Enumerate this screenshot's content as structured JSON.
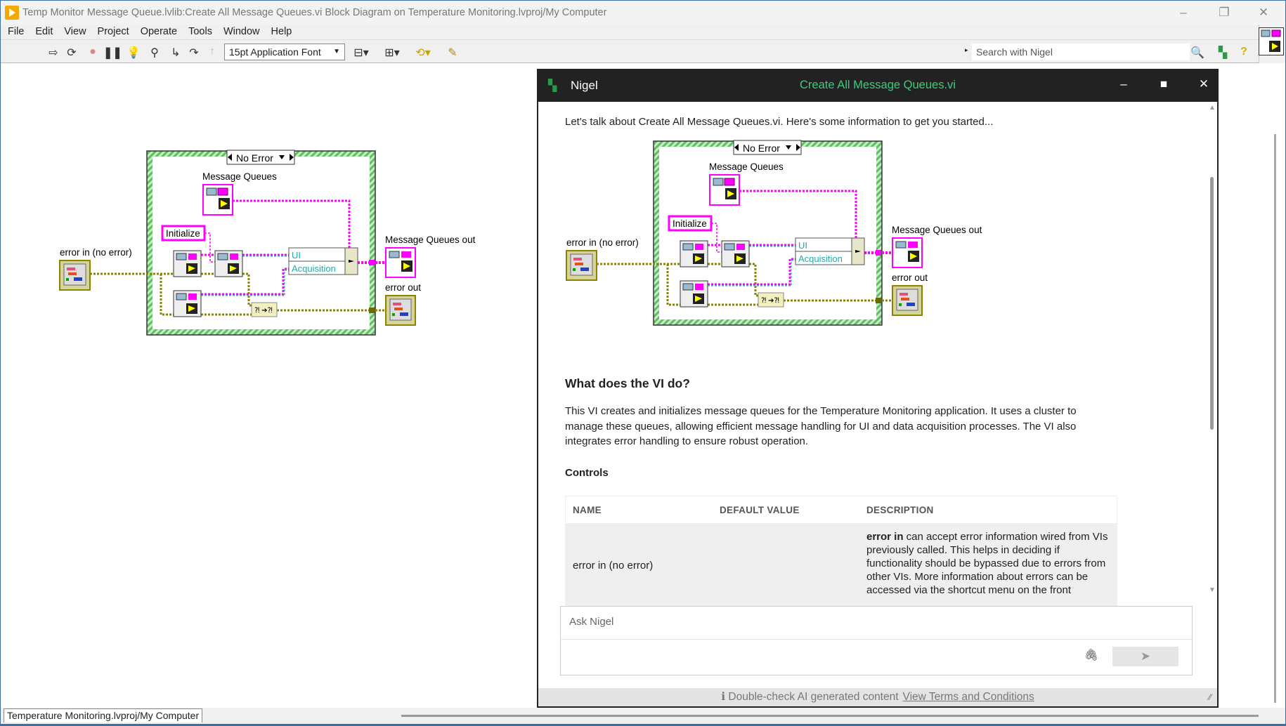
{
  "window": {
    "title": "Temp Monitor Message Queue.lvlib:Create All Message Queues.vi Block Diagram on Temperature Monitoring.lvproj/My Computer",
    "minimize": "–",
    "restore": "❐",
    "close": "✕"
  },
  "menu": [
    "File",
    "Edit",
    "View",
    "Project",
    "Operate",
    "Tools",
    "Window",
    "Help"
  ],
  "toolbar": {
    "font": "15pt Application Font",
    "search_placeholder": "Search with Nigel"
  },
  "diagram": {
    "case_selector": "No Error",
    "message_queues": "Message Queues",
    "initialize": "Initialize",
    "error_in": "error in (no error)",
    "ui": "UI",
    "acquisition": "Acquisition",
    "message_queues_out": "Message Queues out",
    "error_out": "error out"
  },
  "nigel": {
    "name": "Nigel",
    "title": "Create All Message Queues.vi",
    "intro": "Let's talk about Create All Message Queues.vi. Here's some information to get you started...",
    "heading": "What does the VI do?",
    "paragraph": "This VI creates and initializes message queues for the Temperature Monitoring application. It uses a cluster to manage these queues, allowing efficient message handling for UI and data acquisition processes. The VI also integrates error handling to ensure robust operation.",
    "controls_heading": "Controls",
    "table": {
      "headers": [
        "NAME",
        "DEFAULT VALUE",
        "DESCRIPTION"
      ],
      "rows": [
        {
          "name": "error in (no error)",
          "default": "",
          "desc_bold": "error in",
          "desc": " can accept error information wired from VIs previously called. This helps in deciding if functionality should be bypassed due to errors from other VIs. More information about errors can be accessed via the shortcut menu on the front"
        }
      ]
    },
    "ask_placeholder": "Ask Nigel",
    "send": "➤",
    "attach": "🖇",
    "footer_notice": "Double-check AI generated content",
    "footer_link": "View Terms and Conditions"
  },
  "status": {
    "path": "Temperature Monitoring.lvproj/My Computer"
  },
  "colors": {
    "nigel_accent": "#3dcc7c",
    "error_wire": "#8a8400",
    "cluster_wire": "#ff00ff",
    "queue_wire": "#33cccc"
  }
}
